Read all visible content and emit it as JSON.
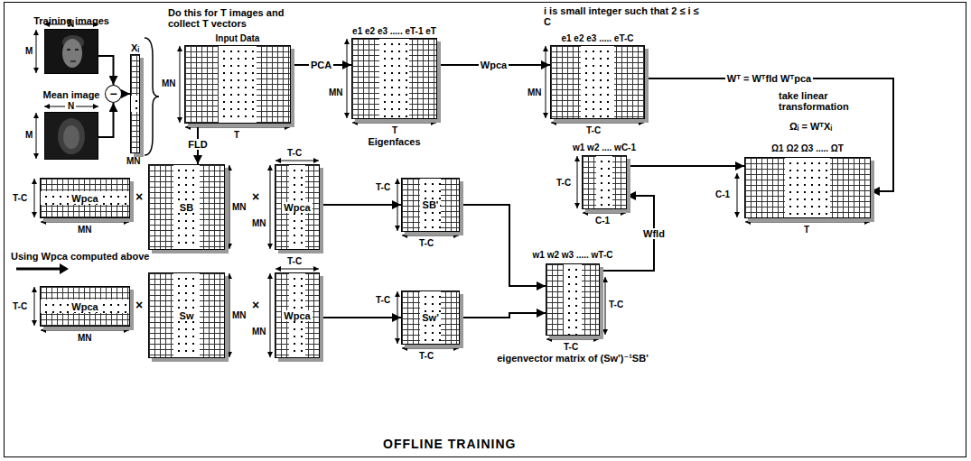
{
  "diagram": {
    "caption": "OFFLINE TRAINING",
    "nodes": [
      {
        "text": [
          "Training images"
        ]
      },
      {
        "text": [
          "Mean image"
        ]
      },
      {
        "text": [
          "−"
        ]
      },
      {
        "text": [
          "Xᵢ"
        ]
      },
      {
        "text": [
          "Input Data"
        ]
      },
      {
        "text": [
          "e1 e2 e3 ..... eT-1 eT",
          "Eigenfaces"
        ]
      },
      {
        "text": [
          "e1 e2 e3 ..... eT-C"
        ]
      },
      {
        "text": [
          "w1 w2 .... wC-1"
        ]
      },
      {
        "text": [
          "Ω1 Ω2 Ω3 ..... ΩT"
        ]
      },
      {
        "text": [
          "Wpca"
        ]
      },
      {
        "text": [
          "SB"
        ]
      },
      {
        "text": [
          "Wpca"
        ]
      },
      {
        "text": [
          "SB'"
        ]
      },
      {
        "text": [
          "Wpca"
        ]
      },
      {
        "text": [
          "Sw"
        ]
      },
      {
        "text": [
          "Wpca"
        ]
      },
      {
        "text": [
          "Sw'"
        ]
      },
      {
        "text": [
          "w1 w2 w3 ..... wT-C",
          "eigenvector matrix of (Sw')⁻¹SB'"
        ]
      }
    ],
    "edges": [
      {
        "from": 0,
        "to": 2,
        "arrow": "to"
      },
      {
        "from": 1,
        "to": 2,
        "arrow": "to"
      },
      {
        "from": 2,
        "to": 3,
        "arrow": "to"
      },
      {
        "from": 4,
        "to": 5,
        "label": "PCA",
        "arrow": "to"
      },
      {
        "from": 5,
        "to": 6,
        "label": "Wpca",
        "arrow": "to"
      },
      {
        "from": 4,
        "to": 10,
        "label": "FLD",
        "arrow": "to"
      },
      {
        "from": 11,
        "to": 12,
        "arrow": "to"
      },
      {
        "from": 15,
        "to": 16,
        "arrow": "to"
      },
      {
        "from": 12,
        "to": 17,
        "arrow": "to"
      },
      {
        "from": 16,
        "to": 17,
        "arrow": "to"
      },
      {
        "from": 17,
        "to": 7,
        "label": "Wfld",
        "arrow": "to"
      },
      {
        "from": 6,
        "to": 8,
        "label": "Wᵀ = Wᵀfld Wᵀpca",
        "arrow": "to"
      },
      {
        "from": 7,
        "to": 8,
        "arrow": "to"
      }
    ],
    "labels": [
      "Do this for T images and collect T vectors",
      "N",
      "M",
      "N",
      "M",
      "MN",
      "MN",
      "T",
      "MN",
      "T",
      "i is small integer such that 2 ≤ i ≤ C",
      "MN",
      "T-C",
      "T-C",
      "C-1",
      "take linear transformation",
      "Ωᵢ = WᵀXᵢ",
      "C-1",
      "T",
      "Using Wpca computed above",
      "T-C",
      "MN",
      "×",
      "MN",
      "×",
      "T-C",
      "MN",
      "T-C",
      "T-C",
      "T-C",
      "MN",
      "×",
      "MN",
      "×",
      "T-C",
      "MN",
      "T-C",
      "T-C",
      "T-C",
      "T-C"
    ]
  }
}
